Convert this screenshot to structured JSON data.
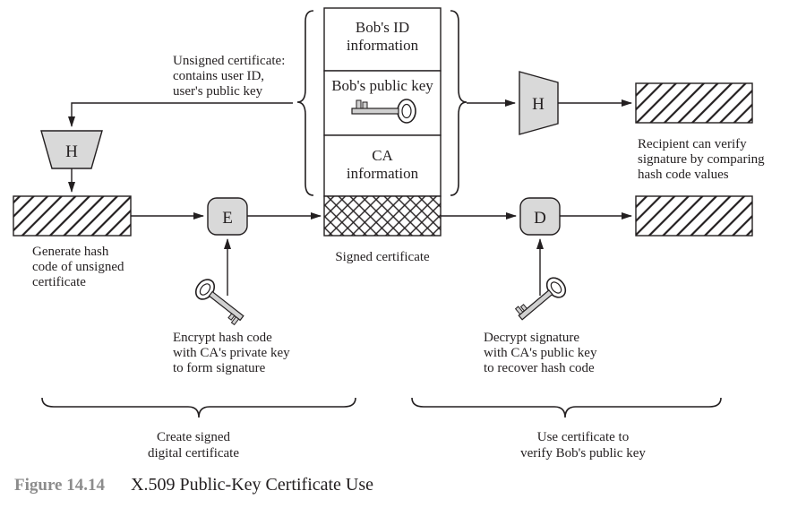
{
  "certificate": {
    "field_id": [
      "Bob's ID",
      "information"
    ],
    "field_pubkey": "Bob's public key",
    "field_ca": [
      "CA",
      "information"
    ],
    "signed_label": "Signed certificate"
  },
  "nodes": {
    "hash_left": "H",
    "hash_right": "H",
    "encrypt": "E",
    "decrypt": "D"
  },
  "annotations": {
    "unsigned_cert": [
      "Unsigned certificate:",
      "contains user ID,",
      "user's public key"
    ],
    "generate_hash": [
      "Generate hash",
      "code of unsigned",
      "certificate"
    ],
    "encrypt_note": [
      "Encrypt hash code",
      "with CA's private key",
      "to form signature"
    ],
    "decrypt_note": [
      "Decrypt signature",
      "with CA's public key",
      "to recover hash code"
    ],
    "recipient_note": [
      "Recipient can verify",
      "signature by comparing",
      "hash code values"
    ]
  },
  "sections": {
    "create": [
      "Create signed",
      "digital certificate"
    ],
    "use": [
      "Use certificate to",
      "verify Bob's public key"
    ]
  },
  "caption": {
    "number": "Figure 14.14",
    "title": "X.509 Public-Key Certificate Use"
  }
}
